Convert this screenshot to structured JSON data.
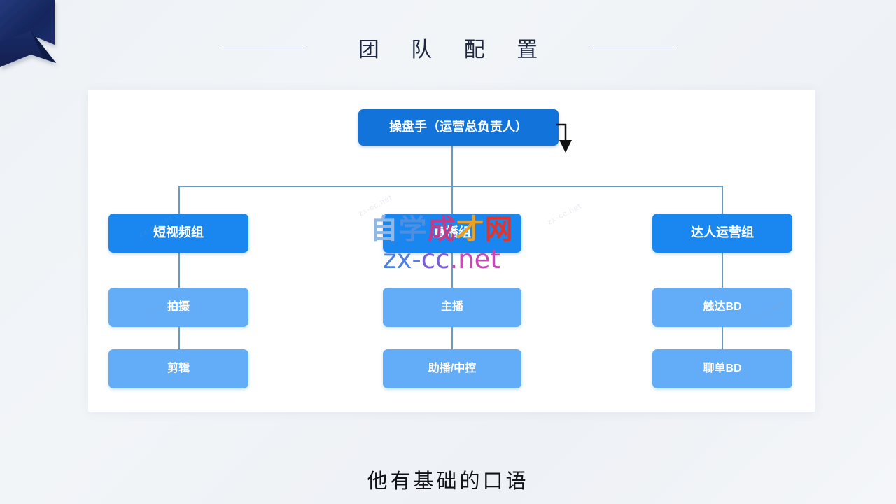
{
  "header": {
    "title": "团 队 配 置",
    "rule_left": "divider-line",
    "rule_right": "divider-line"
  },
  "org_chart": {
    "root": {
      "label": "操盘手（运营总负责人）"
    },
    "columns": [
      {
        "group": {
          "label": "短视频组"
        },
        "leaves": [
          {
            "label": "拍摄"
          },
          {
            "label": "剪辑"
          }
        ]
      },
      {
        "group": {
          "label": "直播组"
        },
        "leaves": [
          {
            "label": "主播"
          },
          {
            "label": "助播/中控"
          }
        ]
      },
      {
        "group": {
          "label": "达人运营组"
        },
        "leaves": [
          {
            "label": "触达BD"
          },
          {
            "label": "聊单BD"
          }
        ]
      }
    ],
    "colors": {
      "root": "#1273db",
      "group": "#1a86f0",
      "leaf": "#63acf7",
      "connector": "#6b9cc0",
      "node_text": "#ffffff"
    }
  },
  "watermark": {
    "cn": [
      "自",
      "学",
      "成",
      "才",
      "网"
    ],
    "url_parts": {
      "a": "zx-",
      "b": "cc",
      "c": ".net"
    },
    "ghost_marks": [
      "zx-cc.net",
      "zx-cc.net",
      "zx-cc.net",
      "zx-cc.net",
      "zx-cc.net"
    ]
  },
  "caption": {
    "text": "他有基础的口语"
  },
  "decor": {
    "ribbon": "ribbon-shape",
    "ribbon_color": "#1b2f6b",
    "drag_arrow": "arrow-down-icon"
  }
}
